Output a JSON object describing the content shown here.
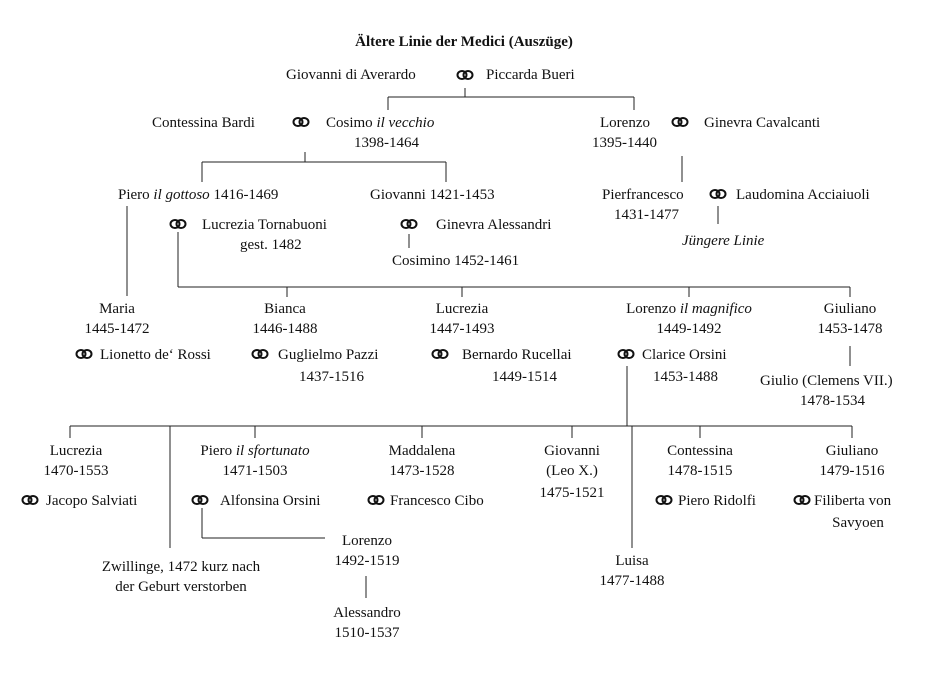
{
  "title": "Ältere Linie der Medici (Auszüge)",
  "people": {
    "giovanni_averardo": "Giovanni di Averardo",
    "piccarda": "Piccarda Bueri",
    "contessina_bardi": "Contessina Bardi",
    "cosimo_name": "Cosimo",
    "cosimo_epithet": "il vecchio",
    "cosimo_dates": "1398-1464",
    "lorenzo_elder": "Lorenzo",
    "lorenzo_elder_dates": "1395-1440",
    "ginevra_cavalcanti": "Ginevra Cavalcanti",
    "piero_name": "Piero",
    "piero_epithet": "il gottoso",
    "piero_dates": "1416-1469",
    "giovanni_cosimo": "Giovanni 1421-1453",
    "pierfrancesco": "Pierfrancesco",
    "pierfrancesco_dates": "1431-1477",
    "laudomina": "Laudomina Acciaiuoli",
    "juengere_linie": "Jüngere Linie",
    "lucrezia_tornabuoni": "Lucrezia Tornabuoni",
    "lucrezia_tornabuoni_dates": "gest. 1482",
    "ginevra_alessandri": "Ginevra Alessandri",
    "cosimino": "Cosimino 1452-1461",
    "maria": "Maria",
    "maria_dates": "1445-1472",
    "lionetto": "Lionetto de‘ Rossi",
    "bianca": "Bianca",
    "bianca_dates": "1446-1488",
    "guglielmo": "Guglielmo Pazzi",
    "guglielmo_dates": "1437-1516",
    "lucrezia_piero": "Lucrezia",
    "lucrezia_piero_dates": "1447-1493",
    "bernardo": "Bernardo Rucellai",
    "bernardo_dates": "1449-1514",
    "lorenzo_mag_name": "Lorenzo",
    "lorenzo_mag_epithet": "il magnifico",
    "lorenzo_mag_dates": "1449-1492",
    "clarice": "Clarice Orsini",
    "clarice_dates": "1453-1488",
    "giuliano_elder": "Giuliano",
    "giuliano_elder_dates": "1453-1478",
    "giulio": "Giulio   (Clemens VII.)",
    "giulio_dates": "1478-1534",
    "lucrezia_lor": "Lucrezia",
    "lucrezia_lor_dates": "1470-1553",
    "jacopo": "Jacopo Salviati",
    "piero_sf_name": "Piero",
    "piero_sf_epithet": "il sfortunato",
    "piero_sf_dates": "1471-1503",
    "alfonsina": "Alfonsina  Orsini",
    "maddalena": "Maddalena",
    "maddalena_dates": "1473-1528",
    "francesco": "Francesco Cibo",
    "giovanni_leo": "Giovanni",
    "leo": "(Leo X.)",
    "leo_dates": "1475-1521",
    "contessina_lor": "Contessina",
    "contessina_lor_dates": "1478-1515",
    "piero_ridolfi": "Piero Ridolfi",
    "giuliano_young": "Giuliano",
    "giuliano_young_dates": "1479-1516",
    "filiberta": "Filiberta  von",
    "filiberta2": "Savyoen",
    "zwillinge": "Zwillinge,   1472 kurz nach",
    "zwillinge2": "der Geburt verstorben",
    "lorenzo_urb": "Lorenzo",
    "lorenzo_urb_dates": "1492-1519",
    "luisa": "Luisa",
    "luisa_dates": "1477-1488",
    "alessandro": "Alessandro",
    "alessandro_dates": "1510-1537"
  }
}
